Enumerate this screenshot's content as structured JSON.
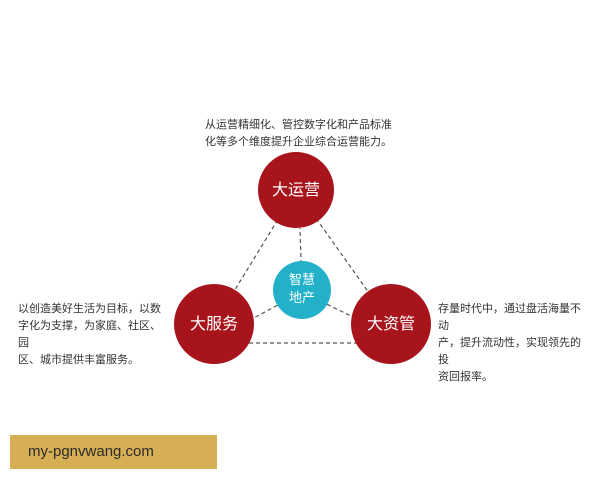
{
  "nodes": {
    "top": {
      "label": "大运营",
      "color": "#a8141c"
    },
    "left": {
      "label": "大服务",
      "color": "#a8141c"
    },
    "right": {
      "label": "大资管",
      "color": "#a8141c"
    },
    "center": {
      "line1": "智慧",
      "line2": "地产",
      "color": "#22b1c9"
    }
  },
  "descriptions": {
    "top": [
      "从运营精细化、管控数字化和产品标准",
      "化等多个维度提升企业综合运营能力。"
    ],
    "left": [
      "以创造美好生活为目标，以数",
      "字化为支撑，为家庭、社区、园",
      "区、城市提供丰富服务。"
    ],
    "right": [
      "存量时代中，通过盘活海量不动",
      "产，提升流动性，实现领先的投",
      "资回报率。"
    ]
  },
  "watermark": "my-pgnvwang.com",
  "colors": {
    "line": "#555555",
    "watermark_bg": "#d6af55"
  }
}
